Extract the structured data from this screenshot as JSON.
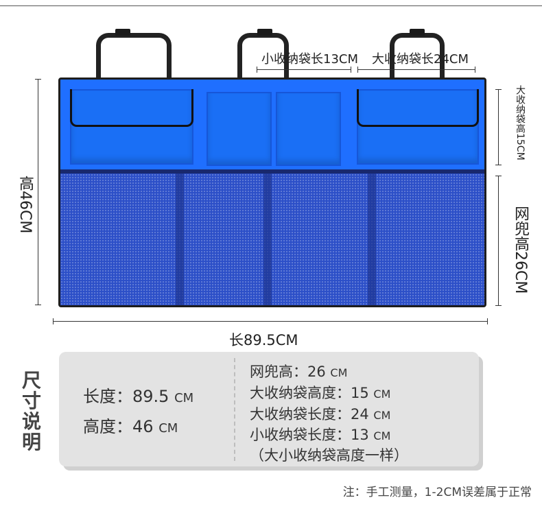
{
  "dimensions": {
    "height_label": "高46CM",
    "length_label": "长89.5CM",
    "small_pocket_len_label": "小收纳袋长13CM",
    "large_pocket_len_label": "大收纳袋长24CM",
    "large_pocket_height_label": "大收纳袋高15CM",
    "mesh_height_label": "网兜高26CM"
  },
  "info": {
    "title": "尺寸说明",
    "left": [
      {
        "label": "长度：89.5",
        "unit": "CM"
      },
      {
        "label": "高度：46",
        "unit": "CM"
      }
    ],
    "right": [
      {
        "label": "网兜高：26",
        "unit": "CM"
      },
      {
        "label": "大收纳袋高度：15",
        "unit": "CM"
      },
      {
        "label": "大收纳袋长度：24",
        "unit": "CM"
      },
      {
        "label": "小收纳袋长度：13",
        "unit": "CM"
      }
    ],
    "right_note": "（大小收纳袋高度一样）"
  },
  "footnote": "注：手工测量，1-2CM误差属于正常",
  "colors": {
    "bag_blue": "#1f6fff",
    "mesh_blue": "#2c4fc8",
    "border": "#1d1d1d",
    "panel": "#e3e3e3"
  }
}
